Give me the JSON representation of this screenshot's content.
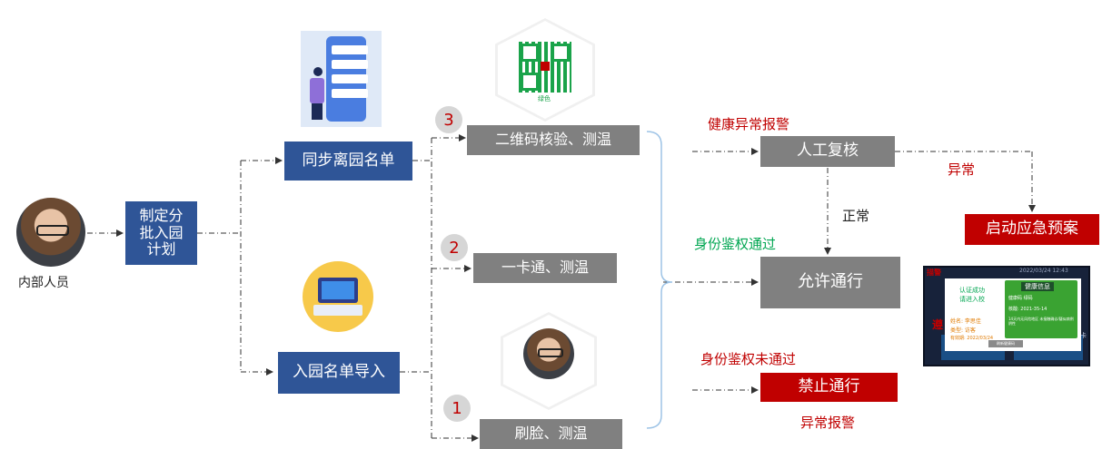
{
  "person": {
    "label": "内部人员"
  },
  "nodes": {
    "plan": "制定分批入园计划",
    "plan_lines": [
      "制定分",
      "批入园",
      "计划"
    ],
    "sync": "同步离园名单",
    "import": "入园名单导入",
    "qr": "二维码核验、测温",
    "card": "一卡通、测温",
    "face": "刷脸、测温",
    "manual": "人工复核",
    "allow": "允许通行",
    "emergency": "启动应急预案",
    "deny": "禁止通行"
  },
  "badges": {
    "qr": "3",
    "card": "2",
    "face": "1"
  },
  "qr_caption": "绿色",
  "labels": {
    "health_alarm": "健康异常报警",
    "abnormal": "异常",
    "normal": "正常",
    "auth_pass": "身份鉴权通过",
    "auth_fail": "身份鉴权未通过",
    "abnormal_alarm": "异常报警"
  },
  "colors": {
    "blue": "#2f5597",
    "gray": "#808080",
    "red": "#c00000",
    "green": "#00a651"
  },
  "device_screen": {
    "top_left": "描警",
    "top_right": "2022/03/24 12:43",
    "status_left_1": "认证成功",
    "status_left_2": "请进入校",
    "name_line": "姓名: 李思佳",
    "type_line": "类型: 访客",
    "date_line": "有效期: 2022/03/24",
    "card_title": "健康信息",
    "card_line1": "健康码 绿码",
    "card_line2": "核酸: 2021-35-14",
    "card_line3": "14天内无风险地区 未接触确诊/疑似病例 阴性",
    "button": "刷新健康码",
    "side_left": "遵",
    "side_right": "刷卡"
  }
}
